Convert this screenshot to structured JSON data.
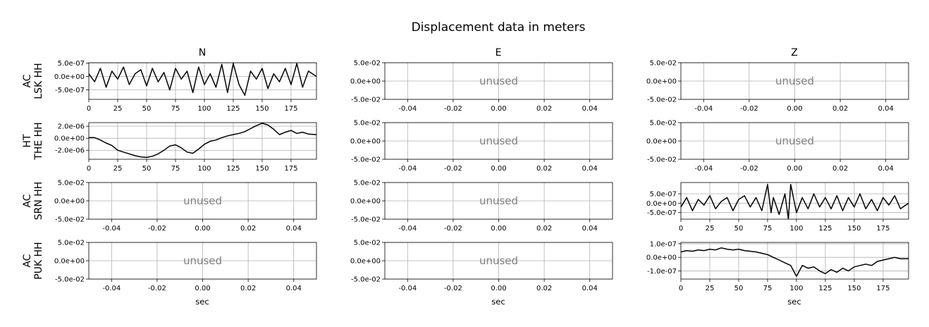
{
  "figure_title": "Displacement data in meters",
  "columns": [
    "N",
    "E",
    "Z"
  ],
  "rows": [
    {
      "label_top": "AC",
      "label_bottom": "LSK HH"
    },
    {
      "label_top": "HT",
      "label_bottom": "THE HH"
    },
    {
      "label_top": "AC",
      "label_bottom": "SRN HH"
    },
    {
      "label_top": "AC",
      "label_bottom": "PUK HH"
    }
  ],
  "xlabel": "sec",
  "unused_text": "unused",
  "colors": {
    "trace": "#000000",
    "grid": "#b0b0b0",
    "unused_text": "#808080"
  },
  "chart_data": [
    {
      "type": "line",
      "row": 0,
      "col": 0,
      "channel": "N",
      "station": "LSK HH",
      "network": "AC",
      "xlim": [
        0,
        197
      ],
      "ylim": [
        -8.5e-07,
        5.1e-07
      ],
      "xticks": [
        0,
        25,
        50,
        75,
        100,
        125,
        150,
        175
      ],
      "xtick_labels": [
        "0",
        "25",
        "50",
        "75",
        "100",
        "125",
        "150",
        "175"
      ],
      "yticks": [
        5e-07,
        0,
        -5e-07
      ],
      "ytick_labels": [
        "5.0e-07",
        "0.0e+00",
        "-5.0e-07"
      ],
      "grid": true,
      "x": [
        0,
        5,
        10,
        15,
        20,
        25,
        30,
        35,
        40,
        45,
        50,
        55,
        60,
        65,
        70,
        75,
        80,
        85,
        90,
        95,
        100,
        105,
        110,
        115,
        120,
        125,
        130,
        135,
        140,
        145,
        150,
        155,
        160,
        165,
        170,
        175,
        180,
        185,
        190,
        197
      ],
      "y": [
        1e-07,
        -2e-07,
        3e-07,
        -4e-07,
        2e-07,
        -1e-07,
        3.5e-07,
        -3e-07,
        1e-07,
        2.5e-07,
        -3.5e-07,
        3e-07,
        -2e-07,
        1.5e-07,
        -5e-07,
        3e-07,
        -1e-07,
        2e-07,
        -6e-07,
        3.5e-07,
        -3e-07,
        1e-07,
        -4e-07,
        4.5e-07,
        -6e-07,
        4.8e-07,
        -3e-07,
        -7e-07,
        2e-07,
        -1e-07,
        3e-07,
        -4.5e-07,
        1e-07,
        -2e-07,
        3e-07,
        -3e-07,
        4.8e-07,
        -4e-07,
        2e-07,
        0
      ],
      "unused": false
    },
    {
      "type": "line",
      "row": 1,
      "col": 0,
      "channel": "N",
      "station": "THE HH",
      "network": "HT",
      "xlim": [
        0,
        197
      ],
      "ylim": [
        -3.5e-06,
        2.6e-06
      ],
      "xticks": [
        0,
        25,
        50,
        75,
        100,
        125,
        150,
        175
      ],
      "xtick_labels": [
        "0",
        "25",
        "50",
        "75",
        "100",
        "125",
        "150",
        "175"
      ],
      "yticks": [
        2e-06,
        0,
        -2e-06
      ],
      "ytick_labels": [
        "2.0e-06",
        "0.0e+00",
        "-2.0e-06"
      ],
      "grid": true,
      "x": [
        0,
        5,
        10,
        15,
        20,
        25,
        30,
        35,
        40,
        45,
        50,
        55,
        60,
        65,
        70,
        75,
        80,
        85,
        90,
        95,
        100,
        105,
        110,
        115,
        120,
        125,
        130,
        135,
        140,
        145,
        150,
        155,
        160,
        165,
        170,
        175,
        180,
        185,
        190,
        197
      ],
      "y": [
        1e-07,
        1e-07,
        -3e-07,
        -8e-07,
        -1.2e-06,
        -2e-06,
        -2.3e-06,
        -2.6e-06,
        -2.9e-06,
        -3.1e-06,
        -3.2e-06,
        -3e-06,
        -2.6e-06,
        -2e-06,
        -1.3e-06,
        -1.1e-06,
        -1.6e-06,
        -2.3e-06,
        -2.5e-06,
        -1.8e-06,
        -1e-06,
        -5e-07,
        -3e-07,
        1e-07,
        4e-07,
        6e-07,
        8e-07,
        1.1e-06,
        1.6e-06,
        2.1e-06,
        2.5e-06,
        2.2e-06,
        1.5e-06,
        6e-07,
        1e-06,
        1.3e-06,
        8e-07,
        1e-06,
        7e-07,
        6e-07
      ],
      "unused": false
    },
    {
      "type": "line",
      "row": 2,
      "col": 2,
      "channel": "Z",
      "station": "SRN HH",
      "network": "AC",
      "xlim": [
        0,
        197
      ],
      "ylim": [
        -8.5e-07,
        1.1e-06
      ],
      "xticks": [
        0,
        25,
        50,
        75,
        100,
        125,
        150,
        175
      ],
      "xtick_labels": [
        "0",
        "25",
        "50",
        "75",
        "100",
        "125",
        "150",
        "175"
      ],
      "yticks": [
        5e-07,
        0,
        -5e-07
      ],
      "ytick_labels": [
        "5.0e-07",
        "0.0e+00",
        "-5.0e-07"
      ],
      "grid": true,
      "x": [
        0,
        5,
        10,
        15,
        20,
        25,
        30,
        35,
        40,
        45,
        50,
        55,
        60,
        65,
        70,
        75,
        78,
        80,
        85,
        90,
        93,
        95,
        100,
        105,
        110,
        115,
        120,
        125,
        130,
        135,
        140,
        145,
        150,
        155,
        160,
        165,
        170,
        175,
        180,
        185,
        190,
        197
      ],
      "y": [
        -2e-07,
        3e-07,
        -4e-07,
        2e-07,
        -1e-07,
        4e-07,
        -3e-07,
        1e-07,
        3e-07,
        -4e-07,
        2e-07,
        4e-07,
        -2e-07,
        3e-07,
        -4e-07,
        1e-06,
        -5e-07,
        3e-07,
        -6e-07,
        5e-07,
        -8.5e-07,
        1e-06,
        -5e-07,
        3e-07,
        -3e-07,
        5e-07,
        -2e-07,
        3e-07,
        -3e-07,
        4e-07,
        -4e-07,
        3e-07,
        -2e-07,
        5e-07,
        -3e-07,
        2e-07,
        -4e-07,
        3e-07,
        -1e-07,
        4e-07,
        -3e-07,
        0
      ],
      "unused": false
    },
    {
      "type": "line",
      "row": 3,
      "col": 2,
      "channel": "Z",
      "station": "PUK HH",
      "network": "AC",
      "xlim": [
        0,
        197
      ],
      "ylim": [
        -1.6e-07,
        1.1e-07
      ],
      "xticks": [
        0,
        25,
        50,
        75,
        100,
        125,
        150,
        175
      ],
      "xtick_labels": [
        "0",
        "25",
        "50",
        "75",
        "100",
        "125",
        "150",
        "175"
      ],
      "yticks": [
        1e-07,
        0,
        -1e-07
      ],
      "ytick_labels": [
        "1.0e-07",
        "0.0e+00",
        "-1.0e-07"
      ],
      "grid": true,
      "x": [
        0,
        5,
        10,
        15,
        20,
        25,
        30,
        35,
        40,
        45,
        50,
        55,
        60,
        65,
        70,
        75,
        80,
        85,
        90,
        95,
        100,
        105,
        110,
        115,
        120,
        125,
        130,
        135,
        140,
        145,
        150,
        155,
        160,
        165,
        170,
        175,
        180,
        185,
        190,
        197
      ],
      "y": [
        4e-08,
        5e-08,
        4.5e-08,
        5.5e-08,
        5e-08,
        6e-08,
        5.5e-08,
        7e-08,
        6e-08,
        5.5e-08,
        6e-08,
        5e-08,
        4.5e-08,
        4e-08,
        3e-08,
        2e-08,
        0,
        -2e-08,
        -4e-08,
        -6e-08,
        -1.4e-07,
        -6e-08,
        -8e-08,
        -7e-08,
        -1e-07,
        -1.2e-07,
        -9e-08,
        -1.1e-07,
        -8e-08,
        -1e-07,
        -7e-08,
        -6e-08,
        -5e-08,
        -6e-08,
        -3e-08,
        -2e-08,
        -1e-08,
        0,
        -1e-08,
        -1e-08
      ],
      "unused": false
    },
    {
      "row": 0,
      "col": 1,
      "unused": true,
      "xlim": [
        -0.05,
        0.05
      ],
      "ylim": [
        -0.05,
        0.05
      ],
      "xticks": [
        -0.04,
        -0.02,
        0,
        0.02,
        0.04
      ],
      "xtick_labels": [
        "-0.04",
        "-0.02",
        "0.00",
        "0.02",
        "0.04"
      ],
      "yticks": [
        0.05,
        0,
        -0.05
      ],
      "ytick_labels": [
        "5.0e-02",
        "0.0e+00",
        "-5.0e-02"
      ],
      "grid": true
    },
    {
      "row": 0,
      "col": 2,
      "unused": true,
      "xlim": [
        -0.05,
        0.05
      ],
      "ylim": [
        -0.05,
        0.05
      ],
      "xticks": [
        -0.04,
        -0.02,
        0,
        0.02,
        0.04
      ],
      "xtick_labels": [
        "-0.04",
        "-0.02",
        "0.00",
        "0.02",
        "0.04"
      ],
      "yticks": [
        0.05,
        0,
        -0.05
      ],
      "ytick_labels": [
        "5.0e-02",
        "0.0e+00",
        "-5.0e-02"
      ],
      "grid": true
    },
    {
      "row": 1,
      "col": 1,
      "unused": true,
      "xlim": [
        -0.05,
        0.05
      ],
      "ylim": [
        -0.05,
        0.05
      ],
      "xticks": [
        -0.04,
        -0.02,
        0,
        0.02,
        0.04
      ],
      "xtick_labels": [
        "-0.04",
        "-0.02",
        "0.00",
        "0.02",
        "0.04"
      ],
      "yticks": [
        0.05,
        0,
        -0.05
      ],
      "ytick_labels": [
        "5.0e-02",
        "0.0e+00",
        "-5.0e-02"
      ],
      "grid": true
    },
    {
      "row": 1,
      "col": 2,
      "unused": true,
      "xlim": [
        -0.05,
        0.05
      ],
      "ylim": [
        -0.05,
        0.05
      ],
      "xticks": [
        -0.04,
        -0.02,
        0,
        0.02,
        0.04
      ],
      "xtick_labels": [
        "-0.04",
        "-0.02",
        "0.00",
        "0.02",
        "0.04"
      ],
      "yticks": [
        0.05,
        0,
        -0.05
      ],
      "ytick_labels": [
        "5.0e-02",
        "0.0e+00",
        "-5.0e-02"
      ],
      "grid": true
    },
    {
      "row": 2,
      "col": 0,
      "unused": true,
      "xlim": [
        -0.05,
        0.05
      ],
      "ylim": [
        -0.05,
        0.05
      ],
      "xticks": [
        -0.04,
        -0.02,
        0,
        0.02,
        0.04
      ],
      "xtick_labels": [
        "-0.04",
        "-0.02",
        "0.00",
        "0.02",
        "0.04"
      ],
      "yticks": [
        0.05,
        0,
        -0.05
      ],
      "ytick_labels": [
        "5.0e-02",
        "0.0e+00",
        "-5.0e-02"
      ],
      "grid": true
    },
    {
      "row": 2,
      "col": 1,
      "unused": true,
      "xlim": [
        -0.05,
        0.05
      ],
      "ylim": [
        -0.05,
        0.05
      ],
      "xticks": [
        -0.04,
        -0.02,
        0,
        0.02,
        0.04
      ],
      "xtick_labels": [
        "-0.04",
        "-0.02",
        "0.00",
        "0.02",
        "0.04"
      ],
      "yticks": [
        0.05,
        0,
        -0.05
      ],
      "ytick_labels": [
        "5.0e-02",
        "0.0e+00",
        "-5.0e-02"
      ],
      "grid": true
    },
    {
      "row": 3,
      "col": 0,
      "unused": true,
      "xlim": [
        -0.05,
        0.05
      ],
      "ylim": [
        -0.05,
        0.05
      ],
      "xticks": [
        -0.04,
        -0.02,
        0,
        0.02,
        0.04
      ],
      "xtick_labels": [
        "-0.04",
        "-0.02",
        "0.00",
        "0.02",
        "0.04"
      ],
      "yticks": [
        0.05,
        0,
        -0.05
      ],
      "ytick_labels": [
        "5.0e-02",
        "0.0e+00",
        "-5.0e-02"
      ],
      "grid": true
    },
    {
      "row": 3,
      "col": 1,
      "unused": true,
      "xlim": [
        -0.05,
        0.05
      ],
      "ylim": [
        -0.05,
        0.05
      ],
      "xticks": [
        -0.04,
        -0.02,
        0,
        0.02,
        0.04
      ],
      "xtick_labels": [
        "-0.04",
        "-0.02",
        "0.00",
        "0.02",
        "0.04"
      ],
      "yticks": [
        0.05,
        0,
        -0.05
      ],
      "ytick_labels": [
        "5.0e-02",
        "0.0e+00",
        "-5.0e-02"
      ],
      "grid": true
    }
  ]
}
